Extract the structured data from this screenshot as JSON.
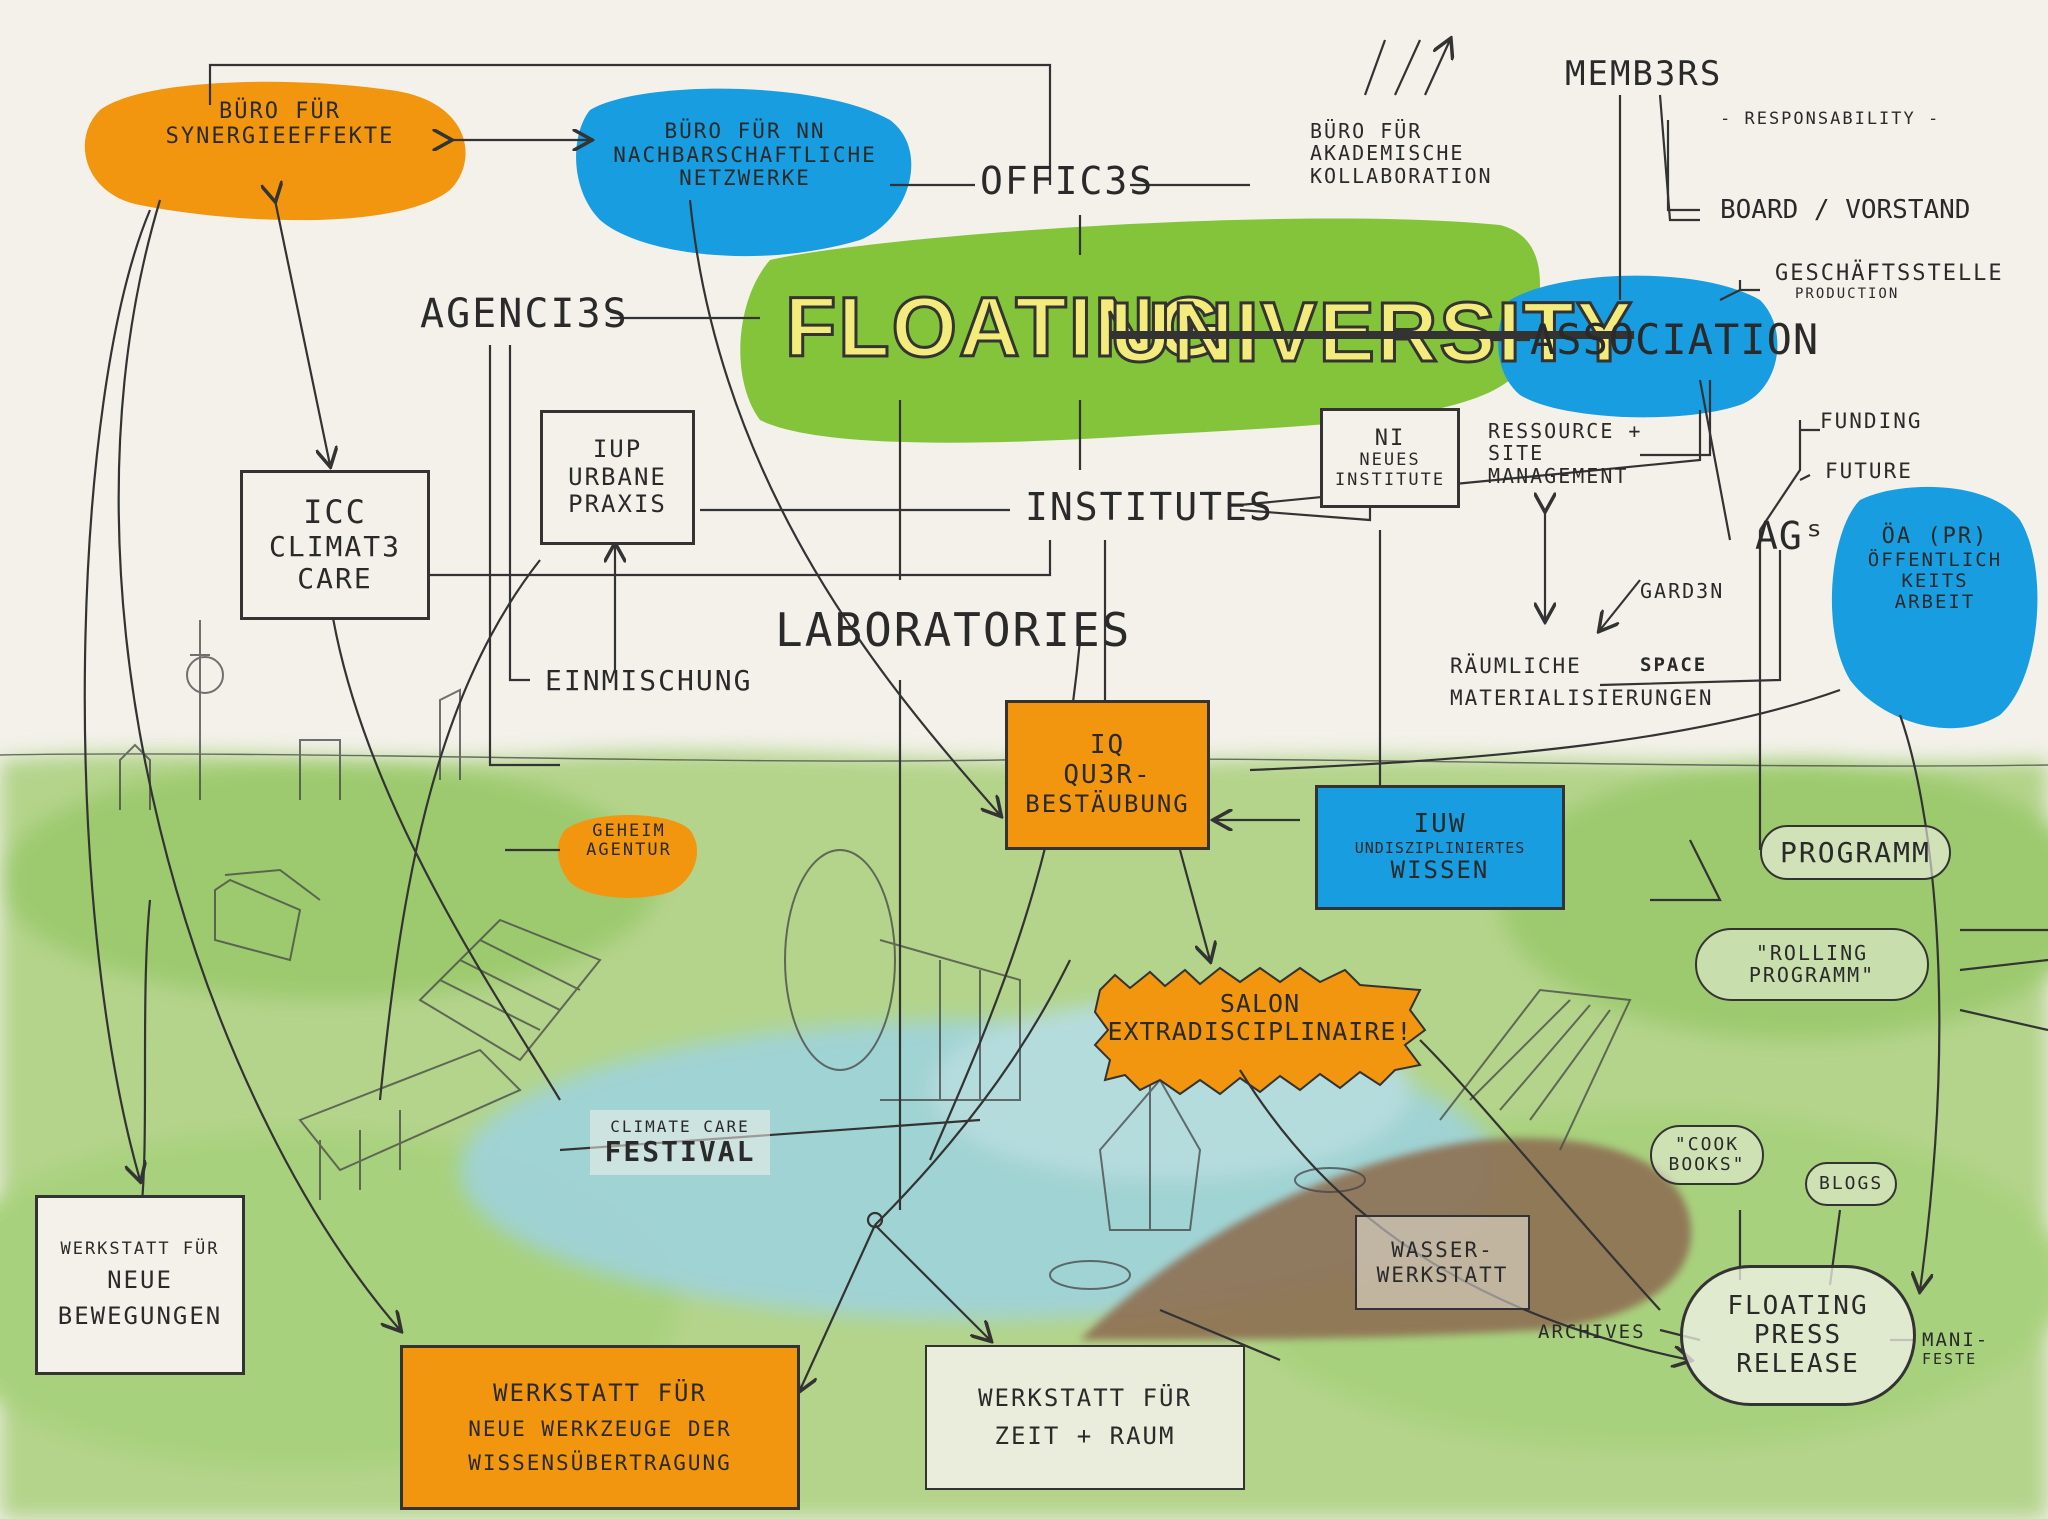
{
  "title": {
    "part1": "FLOATING",
    "part2": "UNIVERSITY"
  },
  "hubs": {
    "offices": "OFFIC3S",
    "agencies": "AGENCI3S",
    "institutes": "INSTITUTES",
    "laboratories": "LABORATORIES",
    "association": "ASSOCIATION",
    "members": "MEMB3RS",
    "ags": "AGˢ"
  },
  "offices": {
    "synergie": [
      "BÜRO FÜR",
      "SYNERGIEEFFEKTE"
    ],
    "nachbar": [
      "BÜRO FÜR NN",
      "NACHBARSCHAFTLICHE",
      "NETZWERKE"
    ],
    "akademisch": [
      "BÜRO FÜR",
      "AKADEMISCHE",
      "KOLLABORATION"
    ]
  },
  "institutes": {
    "icc": [
      "ICC",
      "CLIMAT3",
      "CARE"
    ],
    "iup": [
      "IUP",
      "URBANE",
      "PRAXIS"
    ],
    "ni": [
      "NI",
      "NEUES",
      "INSTITUTE"
    ],
    "iq": [
      "IQ",
      "QU3R-",
      "BESTÄUBUNG"
    ],
    "iuw": [
      "IUW",
      "UNDISZIPLINIERTES",
      "WISSEN"
    ]
  },
  "association_side": {
    "responsability": "- RESPONSABILITY -",
    "board": "BOARD / VORSTAND",
    "geschaeftsstelle": [
      "GESCHÄFTSSTELLE",
      "PRODUCTION"
    ],
    "resource": [
      "RESSOURCE +",
      "SITE",
      "MANAGEMENT"
    ],
    "funding": "FUNDING",
    "future": "FUTURE",
    "garden": "GARD3N",
    "oa": [
      "ÖA (PR)",
      "ÖFFENTLICH",
      "KEITS",
      "ARBEIT"
    ],
    "space": "SPACE",
    "raeumliche": [
      "RÄUMLICHE",
      "MATERIALISIERUNGEN"
    ],
    "programm": "PROGRAMM",
    "rolling": [
      "\"ROLLING",
      "PROGRAMM\""
    ]
  },
  "agencies_side": {
    "einmischung": "EINMISCHUNG",
    "geheim": [
      "GEHEIM",
      "AGENTUR"
    ]
  },
  "labs": {
    "salon": [
      "SALON",
      "EXTRADISCIPLINAIRE!"
    ],
    "festival": [
      "CLIMATE CARE",
      "FESTIVAL"
    ],
    "wasser": [
      "WASSER-",
      "WERKSTATT"
    ],
    "bewegungen": [
      "WERKSTATT FÜR",
      "NEUE",
      "BEWEGUNGEN"
    ],
    "werkzeuge": [
      "WERKSTATT FÜR",
      "NEUE WERKZEUGE DER",
      "WISSENSÜBERTRAGUNG"
    ],
    "zeitraum": [
      "WERKSTATT FÜR",
      "ZEIT + RAUM"
    ]
  },
  "outputs": {
    "cookbooks": [
      "\"COOK",
      "BOOKS\""
    ],
    "blogs": "BLOGS",
    "archives": "ARCHIVES",
    "manifeste": [
      "MANI-",
      "FESTE"
    ],
    "press": [
      "FLOATING",
      "PRESS",
      "RELEASE"
    ]
  },
  "colors": {
    "orange": "#f2960f",
    "blue": "#189de0",
    "green": "#84c43a",
    "paper": "#f3f1ea",
    "ink": "#2a2a2a",
    "grass": "#a9cf7a"
  }
}
